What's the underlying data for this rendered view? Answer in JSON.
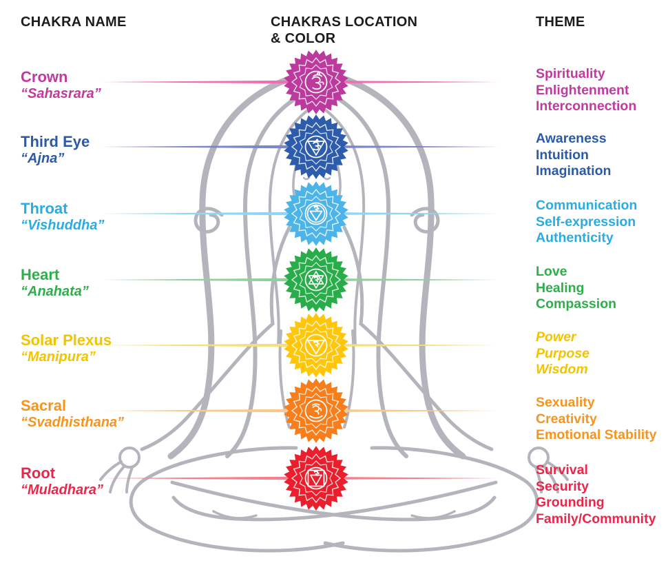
{
  "headers": {
    "chakra_name": "CHAKRA NAME",
    "location": "CHAKRAS LOCATION\n& COLOR",
    "theme": "THEME"
  },
  "figure_alt": "Meditating woman in lotus pose line art",
  "chakras": [
    {
      "name": "Crown",
      "sanskrit": "“Sahasrara”",
      "symbol": "om-symbol",
      "themes": [
        "Spirituality",
        "Enlightenment",
        "Interconnection"
      ],
      "themes_italic": false,
      "colors": {
        "text": "#c13a9f",
        "flower": "#bc3a9d",
        "line": "#ee6fb5"
      }
    },
    {
      "name": "Third Eye",
      "sanskrit": "“Ajna”",
      "symbol": "om-triangle-symbol",
      "themes": [
        "Awareness",
        "Intuition",
        "Imagination"
      ],
      "themes_italic": false,
      "colors": {
        "text": "#2b5aa9",
        "flower": "#2e5cad",
        "line": "#7d86ca"
      }
    },
    {
      "name": "Throat",
      "sanskrit": "“Vishuddha”",
      "symbol": "ham-circle-symbol",
      "themes": [
        "Communication",
        "Self-expression",
        "Authenticity"
      ],
      "themes_italic": false,
      "colors": {
        "text": "#2aace2",
        "flower": "#4cb4e8",
        "line": "#8fd6f6"
      }
    },
    {
      "name": "Heart",
      "sanskrit": "“Anahata”",
      "symbol": "yam-hexagram-symbol",
      "themes": [
        "Love",
        "Healing",
        "Compassion"
      ],
      "themes_italic": false,
      "colors": {
        "text": "#2fae4a",
        "flower": "#28ad4a",
        "line": "#93cf9d"
      }
    },
    {
      "name": "Solar Plexus",
      "sanskrit": "“Manipura”",
      "symbol": "ram-triangle-symbol",
      "themes": [
        "Power",
        "Purpose",
        "Wisdom"
      ],
      "themes_italic": true,
      "colors": {
        "text": "#f2c400",
        "flower": "#ffc60a",
        "line": "#f6df7a"
      }
    },
    {
      "name": "Sacral",
      "sanskrit": "“Svadhisthana”",
      "symbol": "vam-crescent-symbol",
      "themes": [
        "Sexuality",
        "Creativity",
        "Emotional Stability"
      ],
      "themes_italic": false,
      "colors": {
        "text": "#f7941e",
        "flower": "#f87d1b",
        "line": "#f8c88c"
      }
    },
    {
      "name": "Root",
      "sanskrit": "“Muladhara”",
      "symbol": "lam-square-symbol",
      "themes": [
        "Survival",
        "Security",
        "Grounding",
        "Family/Community"
      ],
      "themes_italic": false,
      "colors": {
        "text": "#e8274a",
        "flower": "#ea1e2c",
        "line": "#f5808d"
      }
    }
  ]
}
